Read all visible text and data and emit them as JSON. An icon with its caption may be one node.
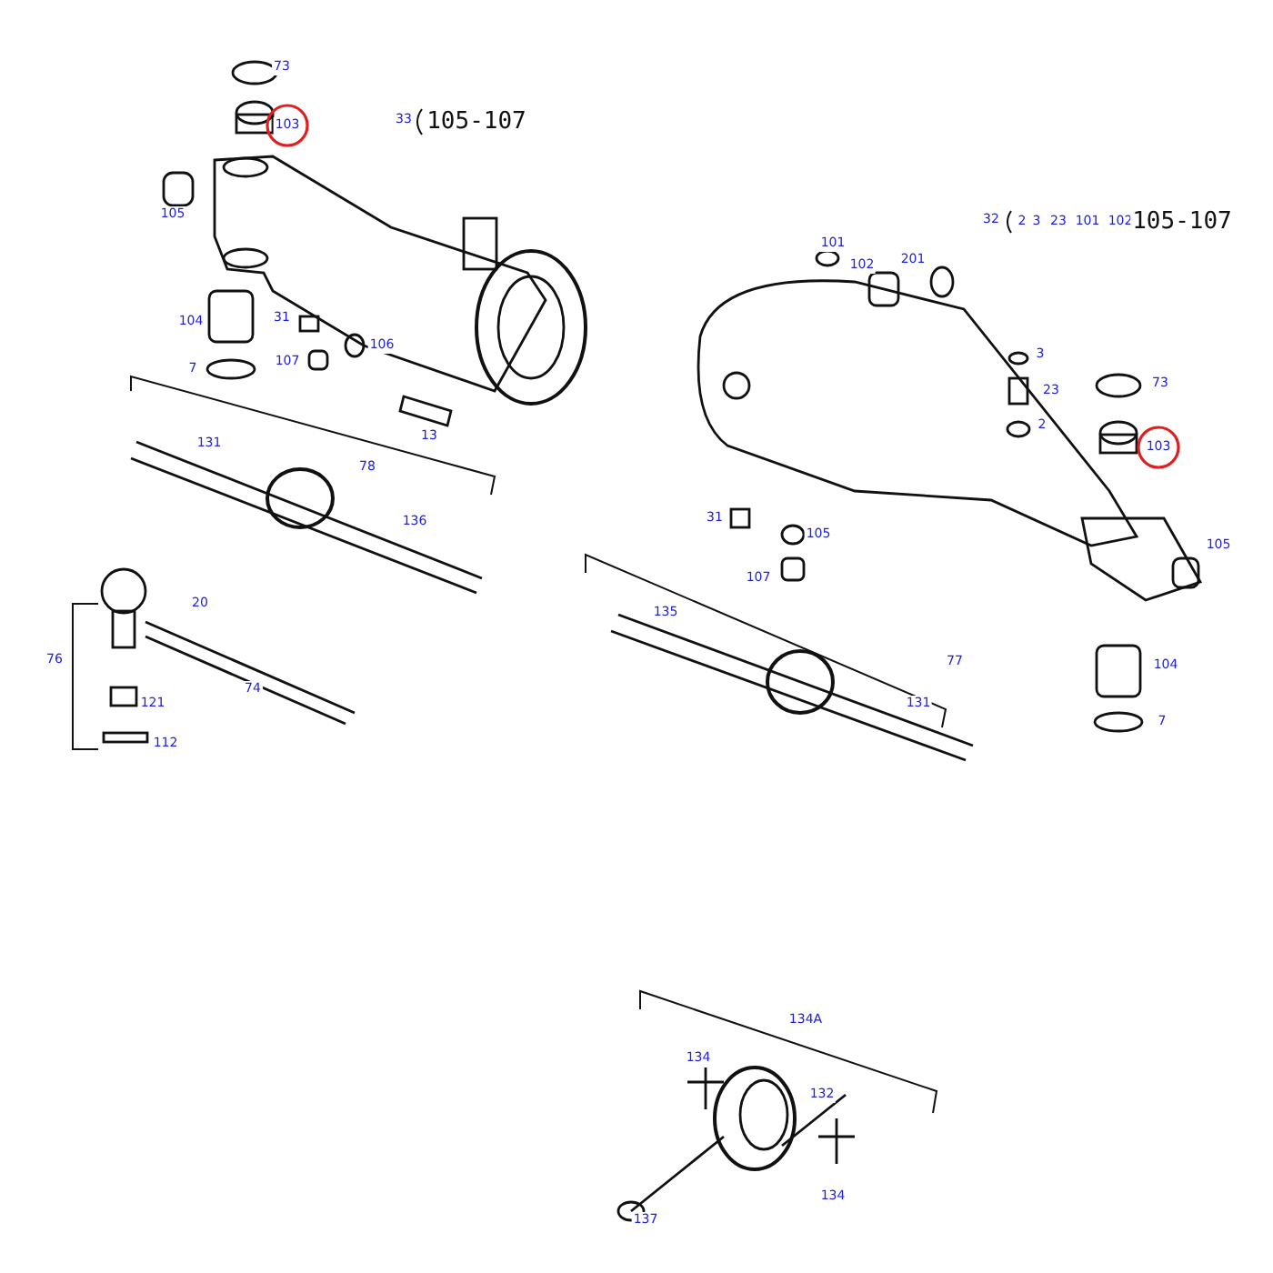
{
  "diagram": {
    "labels": [
      "73",
      "33",
      "105-107",
      "103",
      "105",
      "32",
      "2",
      "3",
      "23",
      "101",
      "102",
      "105-107",
      "101",
      "201",
      "102",
      "104",
      "31",
      "106",
      "3",
      "107",
      "7",
      "23",
      "73",
      "13",
      "2",
      "131",
      "103",
      "78",
      "31",
      "105",
      "136",
      "105",
      "107",
      "20",
      "135",
      "76",
      "77",
      "104",
      "74",
      "121",
      "131",
      "7",
      "112",
      "134A",
      "134",
      "132",
      "134",
      "137"
    ]
  }
}
